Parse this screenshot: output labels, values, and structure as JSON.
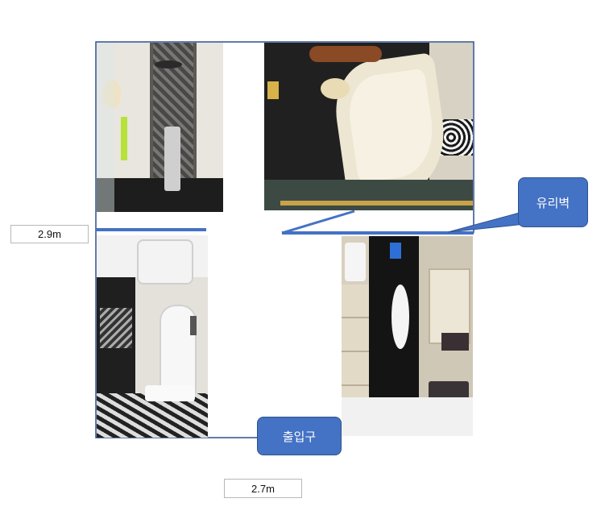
{
  "dimensions": {
    "height_label": "2.9m",
    "width_label": "2.7m"
  },
  "callouts": {
    "glass_wall": "유리벽",
    "entrance": "출입구"
  },
  "photos": [
    {
      "name": "shower-panel-photo"
    },
    {
      "name": "corner-bathtub-photo"
    },
    {
      "name": "toilet-bidet-photo"
    },
    {
      "name": "vanity-sink-photo"
    }
  ],
  "colors": {
    "outline": "#2f4f8f",
    "accent": "#4472c4",
    "callout_border": "#2f528f"
  }
}
